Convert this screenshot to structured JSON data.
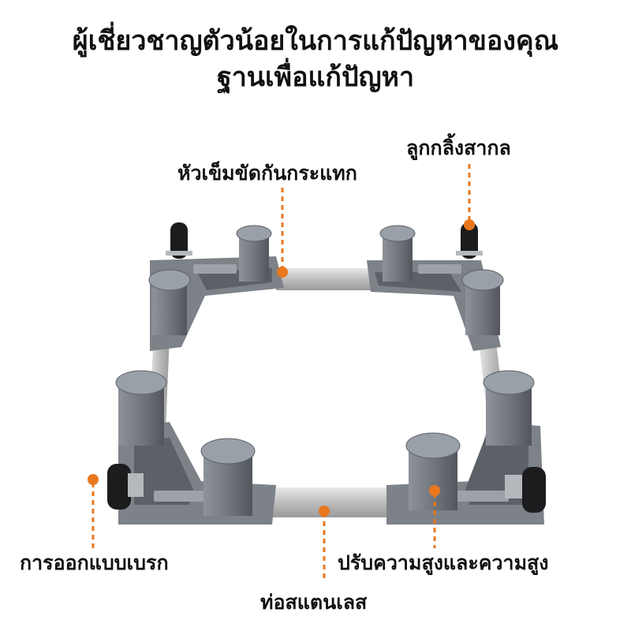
{
  "headline": {
    "line1": "ผู้เชี่ยวชาญตัวน้อยในการแก้ปัญหาของคุณ",
    "line2": "ฐานเพื่อแก้ปัญหา"
  },
  "callouts": {
    "caster_wheel": "ลูกกลิ้งสากล",
    "anti_shake_pin": "หัวเข็มขัดกันกระแทก",
    "brake_design": "การออกแบบเบรก",
    "height_adjust": "ปรับความสูงและความสูง",
    "stainless_tube": "ท่อสแตนเลส"
  },
  "colors": {
    "accent": "#e8771e",
    "frame_gray": "#7d8188",
    "frame_dark": "#5c6067",
    "steel": "#c9c9c9"
  },
  "icons": {
    "wheel": "caster-wheel-icon",
    "foot": "adjustable-foot-icon"
  }
}
